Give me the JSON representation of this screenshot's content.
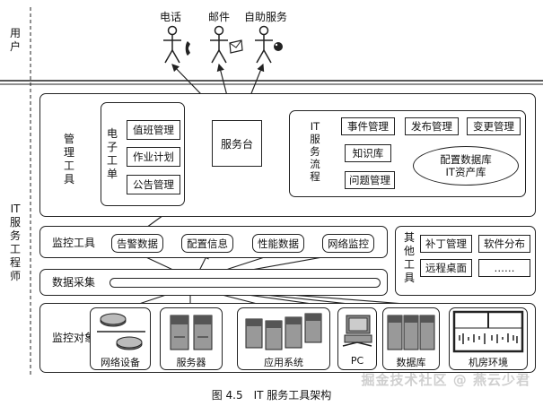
{
  "users_row": {
    "label": "用户",
    "channels": [
      {
        "label": "电话",
        "icon": "phone-icon"
      },
      {
        "label": "邮件",
        "icon": "envelope-icon"
      },
      {
        "label": "自助服务",
        "icon": "mouse-icon"
      }
    ]
  },
  "it_service_engineer_label": "IT服务工程师",
  "management_tools": {
    "label": "管理工具",
    "e_ticket": {
      "label": "电子工单",
      "items": [
        "值班管理",
        "作业计划",
        "公告管理"
      ]
    },
    "service_desk": "服务台",
    "it_service_process": {
      "label": "IT服务流程",
      "top_items": [
        "事件管理",
        "发布管理",
        "变更管理"
      ],
      "knowledge_base": "知识库",
      "problem_management": "问题管理",
      "cmdb": [
        "配置数据库",
        "IT资产库"
      ]
    }
  },
  "monitoring_tools": {
    "label": "监控工具",
    "items": [
      "告警数据",
      "配置信息",
      "性能数据",
      "网络监控"
    ]
  },
  "other_tools": {
    "label": "其他工具",
    "items": [
      "补丁管理",
      "软件分布",
      "远程桌面",
      "……"
    ]
  },
  "data_collection": {
    "label": "数据采集"
  },
  "monitored_objects": {
    "label": "监控对象",
    "devices": [
      {
        "label": "网络设备",
        "icon": "network-device-icon"
      },
      {
        "label": "服务器",
        "icon": "server-icon"
      },
      {
        "label": "应用系统",
        "icon": "application-system-icon"
      },
      {
        "label": "PC",
        "icon": "pc-icon"
      },
      {
        "label": "数据库",
        "icon": "database-icon"
      },
      {
        "label": "机房环境",
        "icon": "datacenter-environment-icon"
      }
    ]
  },
  "caption": "图 4.5　IT 服务工具架构",
  "watermark": "掘金技术社区 @ 燕云少君"
}
